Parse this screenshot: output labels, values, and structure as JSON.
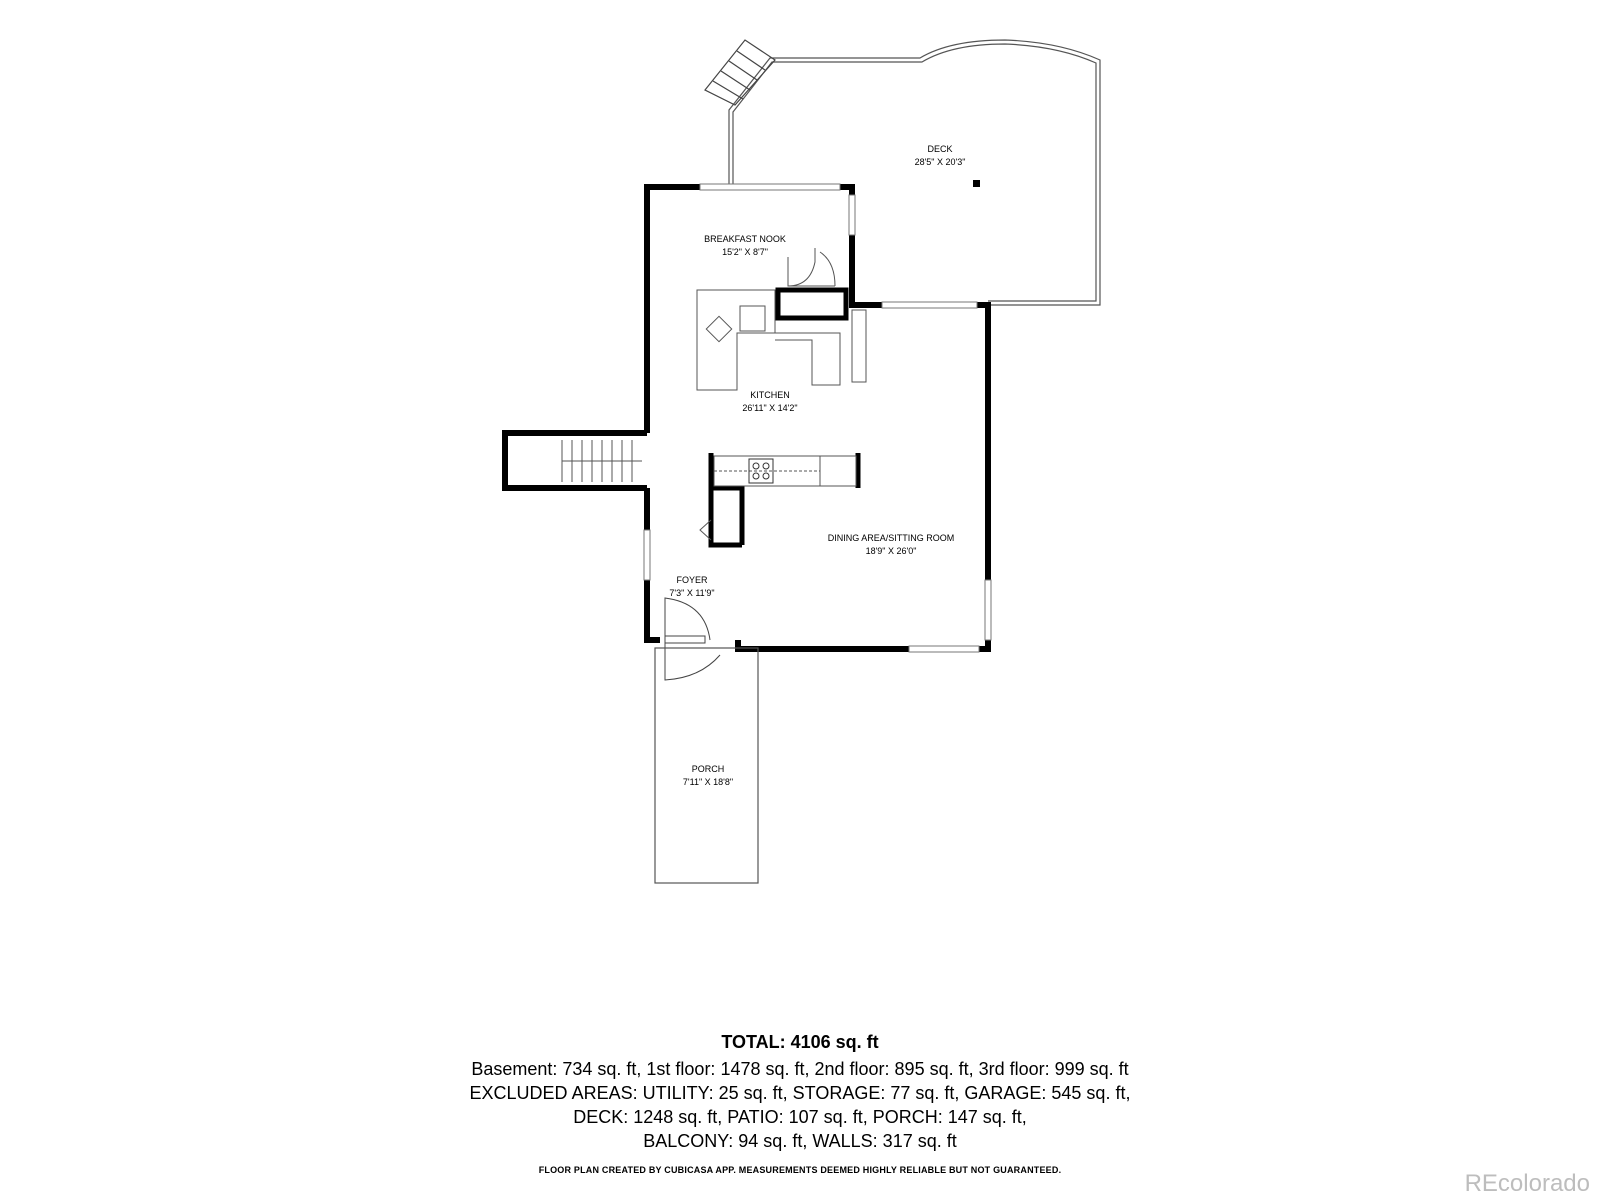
{
  "rooms": {
    "deck": {
      "name": "DECK",
      "dims": "28'5\" X 20'3\""
    },
    "breakfast_nook": {
      "name": "BREAKFAST NOOK",
      "dims": "15'2\" X 8'7\""
    },
    "kitchen": {
      "name": "KITCHEN",
      "dims": "26'11\" X 14'2\""
    },
    "dining": {
      "name": "DINING AREA/SITTING ROOM",
      "dims": "18'9\" X 26'0\""
    },
    "foyer": {
      "name": "FOYER",
      "dims": "7'3\" X 11'9\""
    },
    "porch": {
      "name": "PORCH",
      "dims": "7'11\" X 18'8\""
    }
  },
  "summary": {
    "total": "TOTAL: 4106 sq. ft",
    "line1": "Basement: 734 sq. ft, 1st floor: 1478 sq. ft, 2nd floor: 895 sq. ft, 3rd floor: 999 sq. ft",
    "line2": "EXCLUDED AREAS: UTILITY: 25 sq. ft, STORAGE: 77 sq. ft, GARAGE: 545 sq. ft,",
    "line3": "DECK: 1248 sq. ft, PATIO: 107 sq. ft, PORCH: 147 sq. ft,",
    "line4": "BALCONY: 94 sq. ft, WALLS: 317 sq. ft"
  },
  "disclaimer": "FLOOR PLAN CREATED BY CUBICASA APP. MEASUREMENTS DEEMED HIGHLY RELIABLE BUT NOT GUARANTEED.",
  "brand": "REcolorado"
}
